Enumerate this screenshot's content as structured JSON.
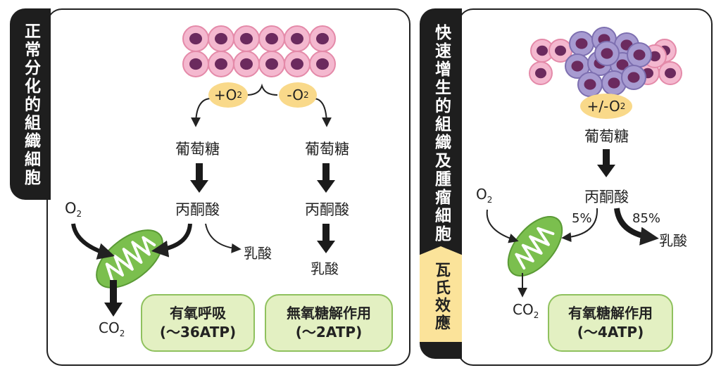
{
  "left": {
    "tab_label": "正常分化的組織細胞",
    "o2_plus": "+O",
    "o2_minus": "-O",
    "o2_sub": "2",
    "glucose_left": "葡萄糖",
    "glucose_right": "葡萄糖",
    "pyruvate_left": "丙酮酸",
    "pyruvate_right": "丙酮酸",
    "o2_main": "O",
    "lactate_small": "乳酸",
    "lactate_right": "乳酸",
    "co2_main": "CO",
    "box_aerobic_title": "有氧呼吸",
    "box_aerobic_atp": "(～36ATP)",
    "box_anaerobic_title": "無氧糖解作用",
    "box_anaerobic_atp": "(～2ATP)"
  },
  "right": {
    "tab_label": "快速增生的組織及腫瘤細胞",
    "effect_label": "瓦氏效應",
    "o2_both": "+/-O",
    "o2_sub": "2",
    "glucose": "葡萄糖",
    "pyruvate": "丙酮酸",
    "o2_main": "O",
    "pct_small": "5%",
    "pct_large": "85%",
    "lactate": "乳酸",
    "co2_main": "CO",
    "box_title": "有氧糖解作用",
    "box_atp": "(～4ATP)"
  },
  "colors": {
    "cell_pink": "#f4b8cf",
    "cell_nucleus": "#6b2a5e",
    "tumor_purple": "#a79bd1",
    "oxygen_oval": "#f9d98a",
    "mitochondria_green": "#7bbf4e",
    "box_green_fill": "#e3f0c2",
    "tab_dark": "#1e1e1e",
    "effect_tab_yellow": "#fbe39a"
  }
}
